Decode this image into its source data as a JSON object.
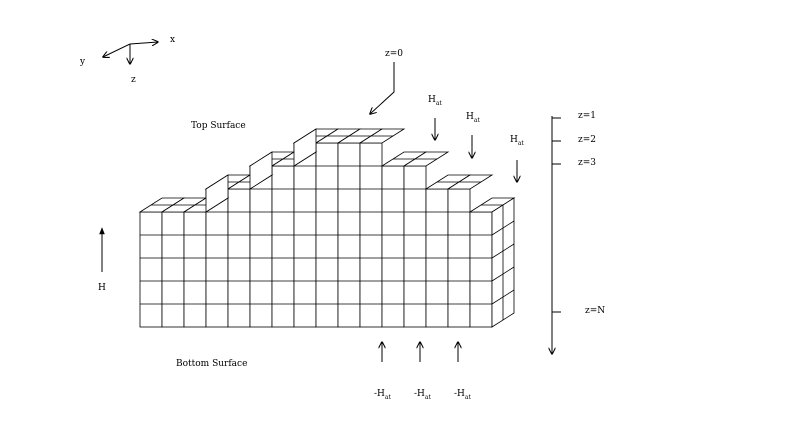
{
  "axes": {
    "x": "x",
    "y": "y",
    "z": "z"
  },
  "labels": {
    "top_surface": "Top Surface",
    "bottom_surface": "Bottom Surface",
    "height": "H",
    "z0": "z=0",
    "layer1": "z=1",
    "layer2": "z=2",
    "layer3": "z=3",
    "layerN": "z=N",
    "heat_top": {
      "main": "H",
      "sub": "at"
    },
    "heat_bottom": {
      "main": "-H",
      "sub": "at"
    }
  }
}
